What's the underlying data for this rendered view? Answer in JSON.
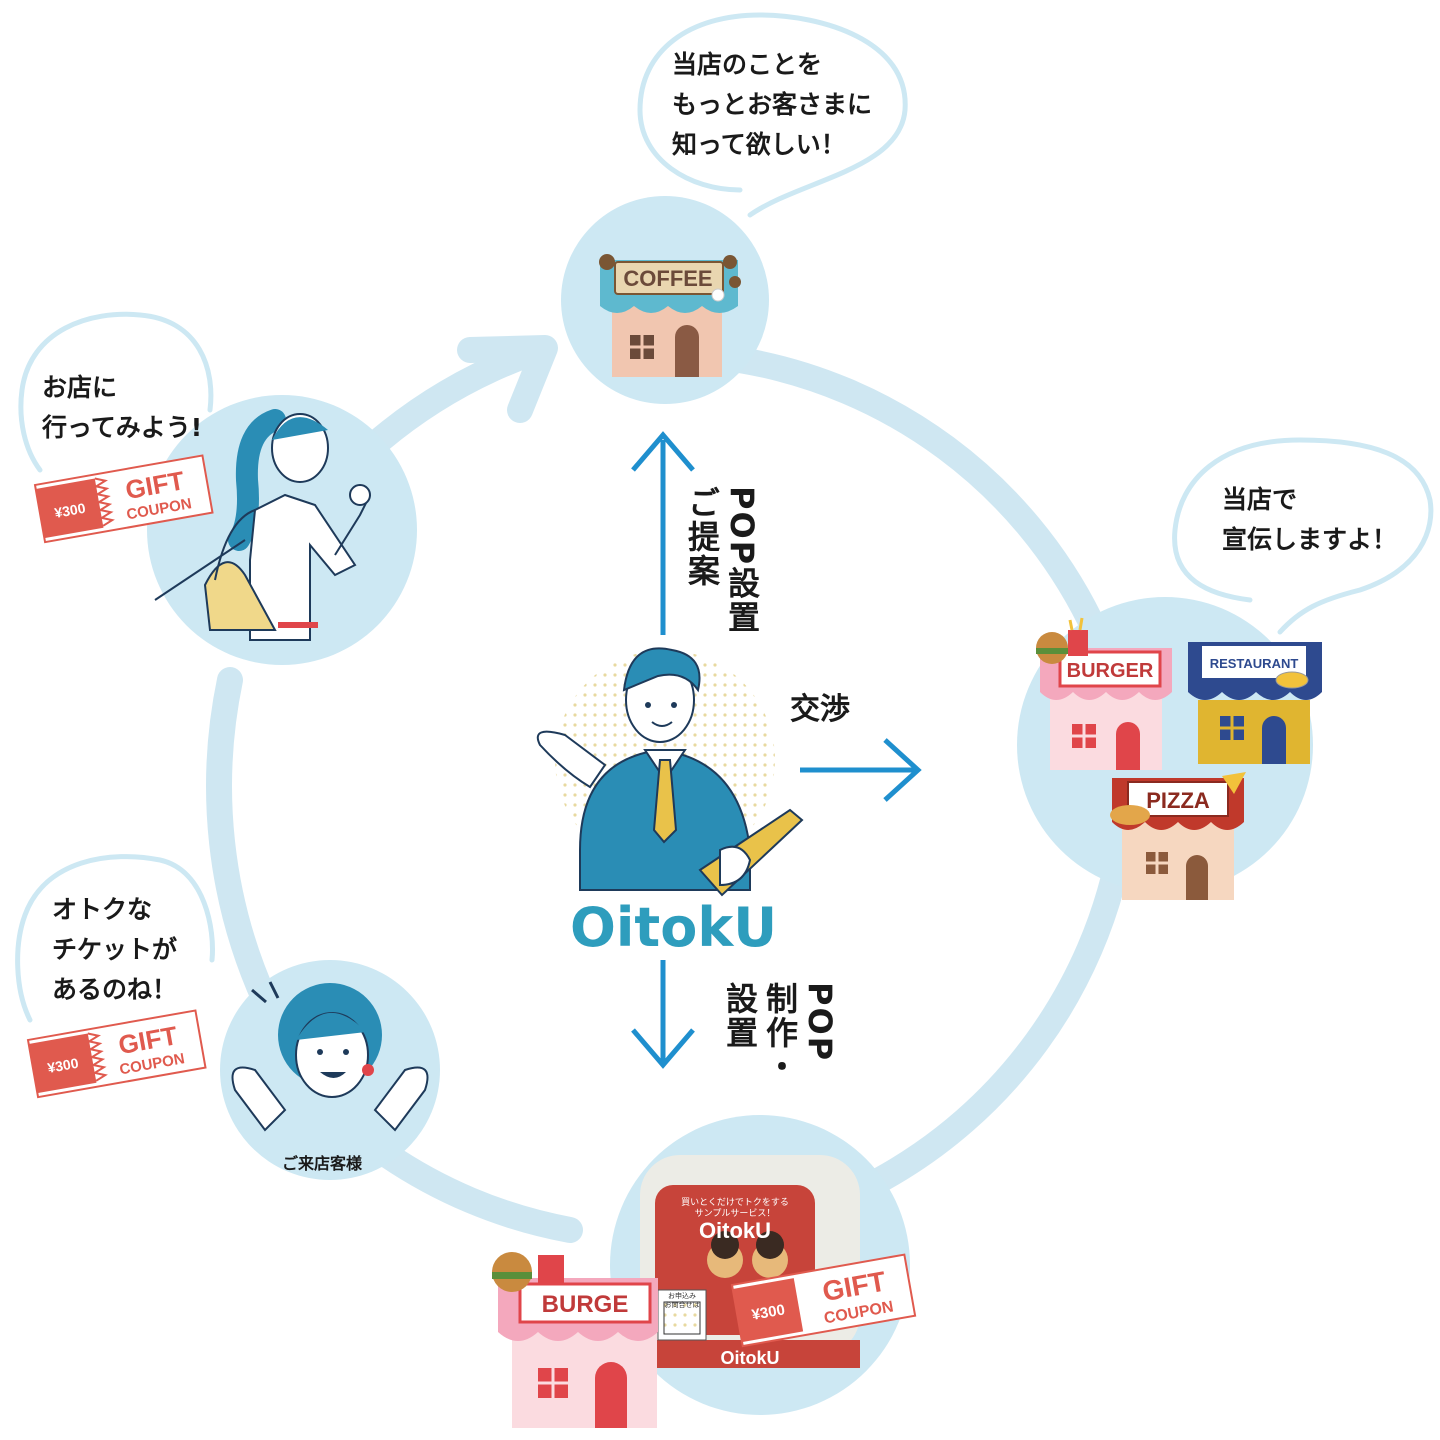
{
  "center": {
    "brand": "OitokU"
  },
  "bubbles": {
    "coffee": [
      "当店のことを",
      "もっとお客さまに",
      "知って欲しい！"
    ],
    "restaurants": [
      "当店で",
      "宣伝しますよ！"
    ],
    "woman_shopping": [
      "お店に",
      "行ってみよう!"
    ],
    "customer": [
      "オトクな",
      "チケットが",
      "あるのね！"
    ]
  },
  "arrows": {
    "up_label_col1": "POP設置",
    "up_label_col2": "ご提案",
    "right_label": "交渉",
    "down_label_col1": "POP",
    "down_label_col2": "制作・",
    "down_label_col3": "設置"
  },
  "customer_caption": "ご来店客様",
  "signs": {
    "coffee": "COFFEE",
    "burger": "BURGER",
    "restaurant": "RESTAURANT",
    "pizza": "PIZZA",
    "burger_bottom": "BURGE"
  },
  "coupon": {
    "price": "¥300",
    "title": "GIFT",
    "subtitle": "COUPON"
  },
  "pop_stand": {
    "brand": "OitokU",
    "tagline_1": "買いとくだけでトクをする",
    "tagline_2": "サンプルサービス！",
    "qr_note_1": "お申込み",
    "qr_note_2": "お問合せは",
    "base_text": "OitokU"
  },
  "colors": {
    "light_blue": "#cde8f3",
    "ring_blue": "#cfe7f2",
    "arrow_blue": "#1f8fce",
    "brand_teal": "#2e9dbd",
    "coupon_red": "#e05a4e"
  }
}
